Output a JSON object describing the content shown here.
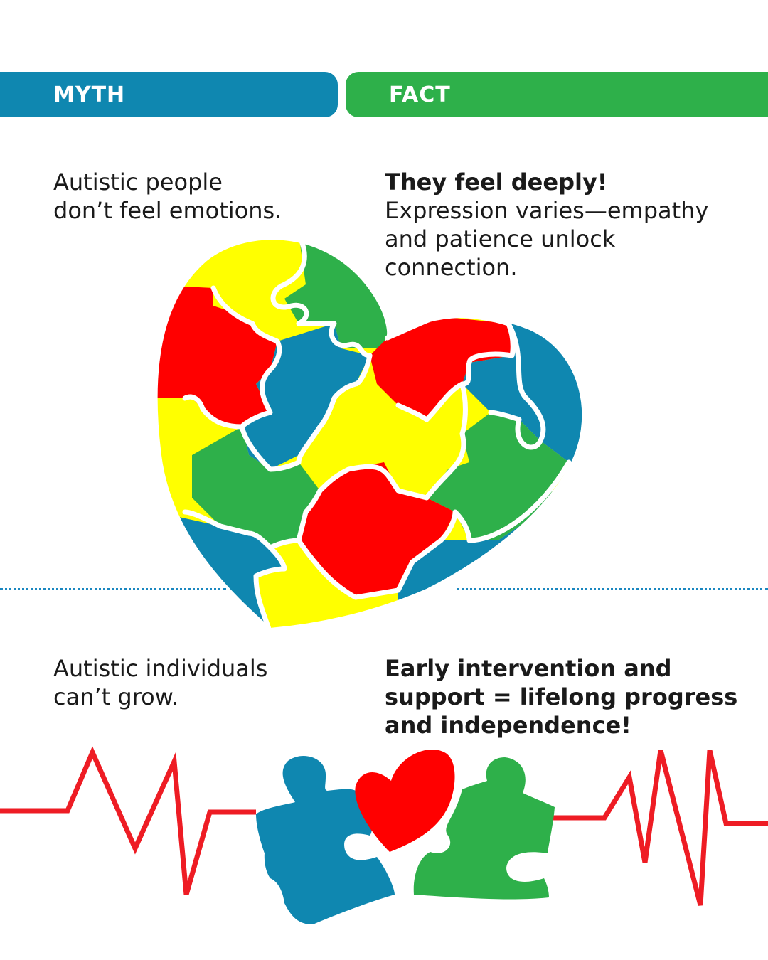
{
  "header": {
    "myth_label": "MYTH",
    "fact_label": "FACT"
  },
  "row1": {
    "myth_lines": [
      "Autistic people",
      "don’t feel emotions."
    ],
    "fact_heading": "They feel deeply!",
    "fact_lines": [
      "Expression varies—empathy",
      "and patience unlock",
      "connection."
    ]
  },
  "row2": {
    "myth_lines": [
      "Autistic individuals",
      "can’t grow."
    ],
    "fact_lines": [
      "Early intervention and",
      "support = lifelong progress",
      "and independence!"
    ]
  },
  "colors": {
    "blue": "#0f87b0",
    "green": "#2eb04a",
    "red": "#ff0000",
    "yellow": "#ffff00",
    "heartbeat": "#ee1c24"
  },
  "icons": [
    "puzzle-heart-icon",
    "heartbeat-line-icon",
    "puzzle-piece-blue-icon",
    "puzzle-heart-red-icon",
    "puzzle-piece-green-icon"
  ]
}
